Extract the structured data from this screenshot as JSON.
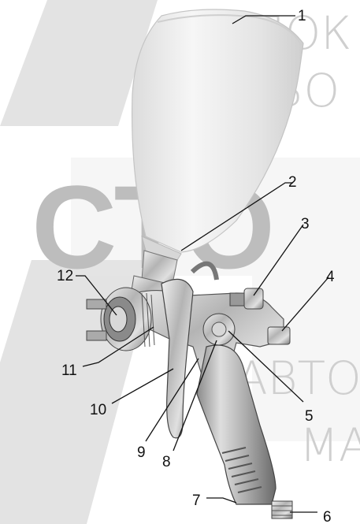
{
  "watermark": {
    "line1": "ПОК",
    "line2": "ОБО",
    "brand": "СТО",
    "line3": "АВТО",
    "line4": "МА"
  },
  "callouts": [
    {
      "id": "1",
      "label": "1"
    },
    {
      "id": "2",
      "label": "2"
    },
    {
      "id": "3",
      "label": "3"
    },
    {
      "id": "4",
      "label": "4"
    },
    {
      "id": "5",
      "label": "5"
    },
    {
      "id": "6",
      "label": "6"
    },
    {
      "id": "7",
      "label": "7"
    },
    {
      "id": "8",
      "label": "8"
    },
    {
      "id": "9",
      "label": "9"
    },
    {
      "id": "10",
      "label": "10"
    },
    {
      "id": "11",
      "label": "11"
    },
    {
      "id": "12",
      "label": "12"
    }
  ],
  "colors": {
    "watermark": "#cfcfcf",
    "cup": "#ececec",
    "metal": "#b8b8b8",
    "metal_dark": "#6e6e6e"
  }
}
